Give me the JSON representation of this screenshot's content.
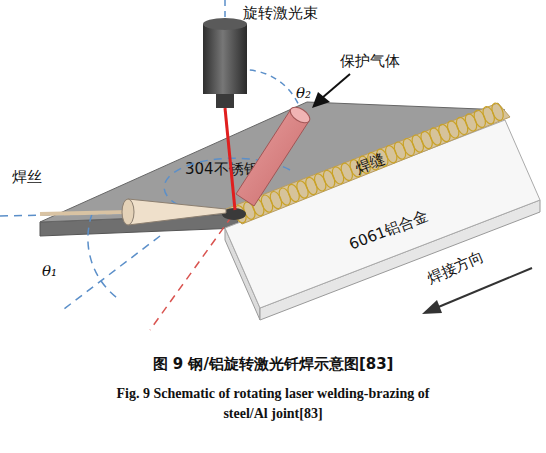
{
  "diagram": {
    "caption": "图 9 钢/铝旋转激光钎焊示意图[83]",
    "nodes": [
      {
        "text": [
          "304不锈钢"
        ]
      },
      {
        "text": [
          "6061铝合金"
        ]
      }
    ],
    "labels": [
      "旋转激光束",
      "保护气体",
      "θ₂",
      "焊丝",
      "焊缝",
      "θ₁",
      "焊接方向",
      "Fig. 9 Schematic of rotating laser welding-brazing of steel/Al joint[83]"
    ]
  }
}
